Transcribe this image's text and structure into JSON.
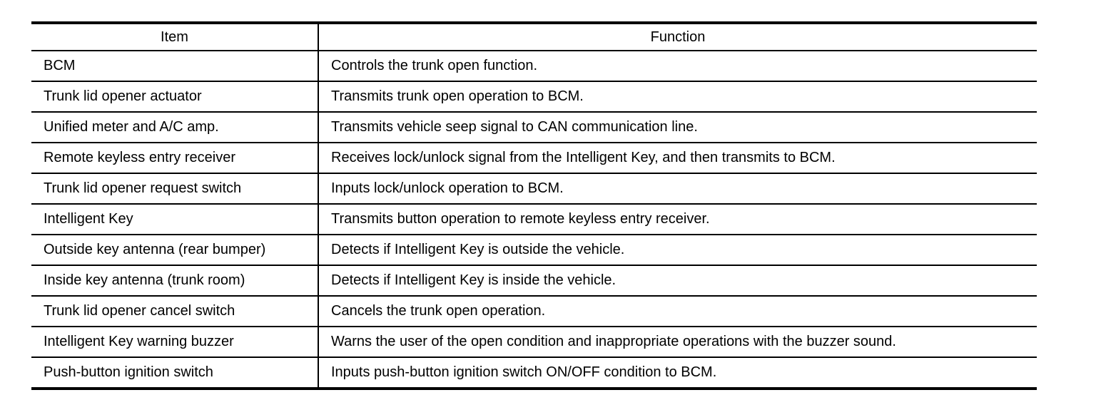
{
  "table": {
    "columns": [
      {
        "label": "Item"
      },
      {
        "label": "Function"
      }
    ],
    "rows": [
      {
        "item": "BCM",
        "function": "Controls the trunk open function."
      },
      {
        "item": "Trunk lid opener actuator",
        "function": "Transmits trunk open operation to BCM."
      },
      {
        "item": "Unified meter and A/C amp.",
        "function": "Transmits vehicle seep signal to CAN communication line."
      },
      {
        "item": "Remote keyless entry receiver",
        "function": "Receives lock/unlock signal from the Intelligent Key, and then transmits to BCM."
      },
      {
        "item": "Trunk lid opener request switch",
        "function": "Inputs lock/unlock operation to BCM."
      },
      {
        "item": "Intelligent Key",
        "function": "Transmits button operation to remote keyless entry receiver."
      },
      {
        "item": "Outside key antenna (rear bumper)",
        "function": "Detects if Intelligent Key is outside the vehicle."
      },
      {
        "item": "Inside key antenna (trunk room)",
        "function": "Detects if Intelligent Key is inside the vehicle."
      },
      {
        "item": "Trunk lid opener cancel switch",
        "function": "Cancels the trunk open operation."
      },
      {
        "item": "Intelligent Key warning buzzer",
        "function": "Warns the user of the open condition and inappropriate operations with the buzzer sound."
      },
      {
        "item": "Push-button ignition switch",
        "function": "Inputs push-button ignition switch ON/OFF condition to BCM."
      }
    ],
    "colors": {
      "border": "#000000",
      "text": "#000000",
      "background": "#ffffff"
    }
  }
}
